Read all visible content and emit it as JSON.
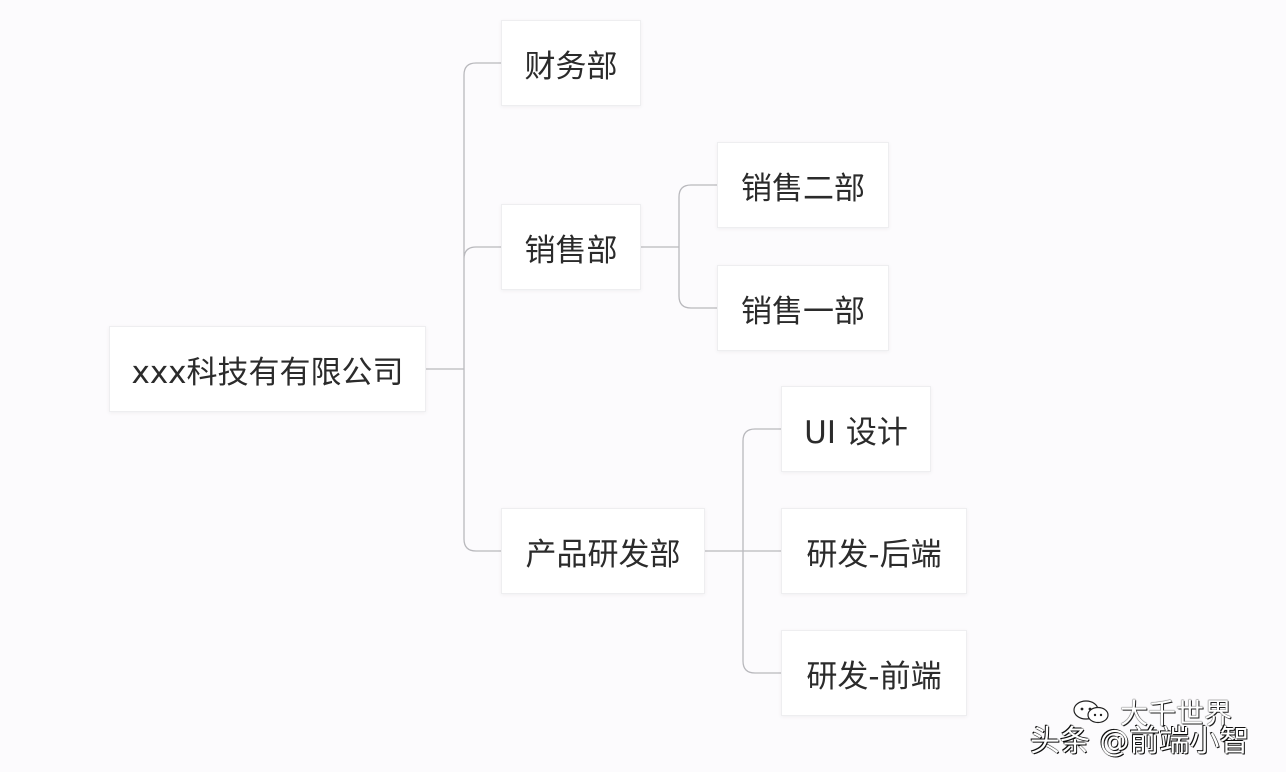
{
  "diagram": {
    "type": "mind-map",
    "root": {
      "label": "xxx科技有有限公司",
      "children": [
        {
          "label": "财务部",
          "children": []
        },
        {
          "label": "销售部",
          "children": [
            {
              "label": "销售二部",
              "children": []
            },
            {
              "label": "销售一部",
              "children": []
            }
          ]
        },
        {
          "label": "产品研发部",
          "children": [
            {
              "label": "UI 设计",
              "children": []
            },
            {
              "label": "研发-后端",
              "children": []
            },
            {
              "label": "研发-前端",
              "children": []
            }
          ]
        }
      ]
    }
  },
  "watermark": {
    "line1": "大千世界",
    "line2": "头条 @前端小智",
    "icon": "wechat-icon"
  },
  "colors": {
    "background": "#fcfbfd",
    "node_fill": "#ffffff",
    "connector": "#b9b9bd",
    "text": "#2b2b2b"
  }
}
